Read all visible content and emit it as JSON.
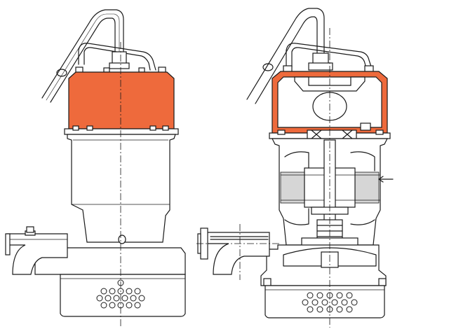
{
  "colors": {
    "motor_cover": "#ee6a3c",
    "line": "#1a1a1a",
    "background": "#ffffff"
  },
  "views": [
    {
      "id": "exterior",
      "kind": "side-elevation"
    },
    {
      "id": "sectional",
      "kind": "cross-section"
    }
  ]
}
